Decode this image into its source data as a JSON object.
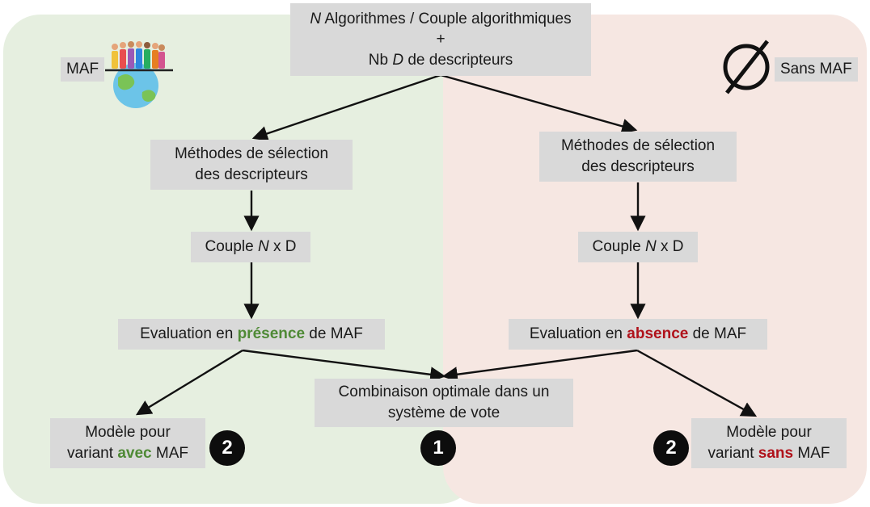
{
  "colors": {
    "panel_left": "#e6efe0",
    "panel_right": "#f6e7e2",
    "box": "#d9d9d9",
    "presence_green": "#4f8a36",
    "absence_red": "#b0121b"
  },
  "labels": {
    "maf": "MAF",
    "sans_maf": "Sans MAF"
  },
  "icons": {
    "left": "people-on-globe-icon",
    "right": "empty-set-icon"
  },
  "top_box": {
    "line1_var": "N",
    "line1_rest": " Algorithmes / Couple algorithmiques",
    "line2": "+",
    "line3_pre": "Nb ",
    "line3_var": "D",
    "line3_post": " de descripteurs"
  },
  "left": {
    "selection": [
      "Méthodes de sélection",
      "des descripteurs"
    ],
    "couple_pre": "Couple ",
    "couple_var": "N",
    "couple_post": " x D",
    "eval_pre": "Evaluation en ",
    "eval_emph": "présence",
    "eval_post": " de MAF",
    "model_line1": "Modèle pour",
    "model_pre": "variant ",
    "model_emph": "avec",
    "model_post": " MAF",
    "badge": "2"
  },
  "right": {
    "selection": [
      "Méthodes de sélection",
      "des descripteurs"
    ],
    "couple_pre": "Couple ",
    "couple_var": "N",
    "couple_post": " x D",
    "eval_pre": "Evaluation en ",
    "eval_emph": "absence",
    "eval_post": " de MAF",
    "model_line1": "Modèle pour",
    "model_pre": "variant ",
    "model_emph": "sans",
    "model_post": " MAF",
    "badge": "2"
  },
  "center": {
    "combination": [
      "Combinaison optimale dans un",
      "système de vote"
    ],
    "badge": "1"
  }
}
